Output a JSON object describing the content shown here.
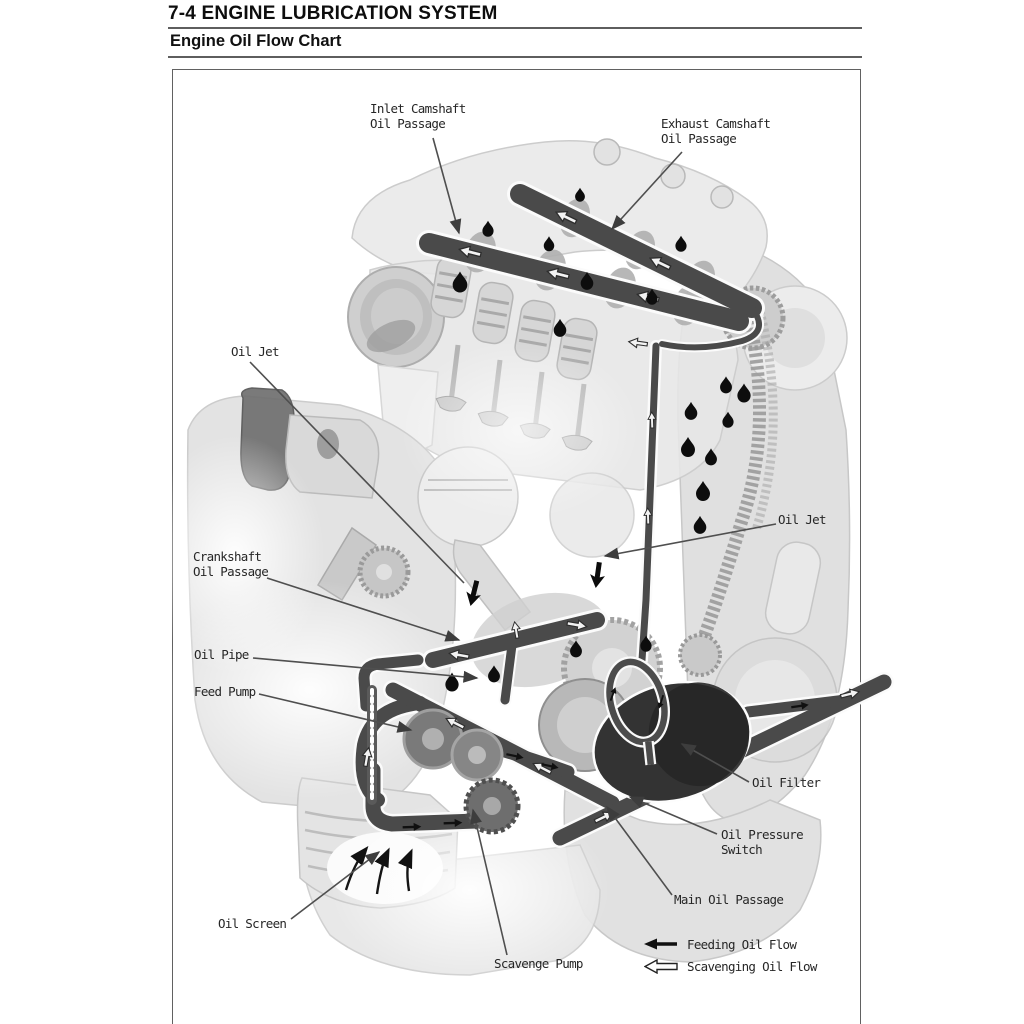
{
  "page": {
    "section_title": "7-4 ENGINE LUBRICATION SYSTEM",
    "figure_title": "Engine Oil Flow Chart"
  },
  "diagram": {
    "labels": {
      "inlet_camshaft": "Inlet Camshaft\nOil Passage",
      "exhaust_camshaft": "Exhaust Camshaft\nOil Passage",
      "oil_jet_left": "Oil Jet",
      "oil_jet_right": "Oil Jet",
      "crankshaft_oil_passage": "Crankshaft\nOil Passage",
      "oil_pipe": "Oil Pipe",
      "feed_pump": "Feed Pump",
      "oil_filter": "Oil Filter",
      "oil_pressure_switch": "Oil Pressure\nSwitch",
      "main_oil_passage": "Main Oil Passage",
      "oil_screen": "Oil Screen",
      "scavenge_pump": "Scavenge Pump"
    },
    "legend": {
      "feeding": "Feeding Oil Flow",
      "scavenging": "Scavenging Oil Flow"
    },
    "colors": {
      "oil_passage": "#4a4a4a",
      "oil_droplet": "#0d0d0d",
      "engine_body": "#e4e4e4",
      "label_text": "#262626",
      "frame_border": "#616161"
    }
  }
}
